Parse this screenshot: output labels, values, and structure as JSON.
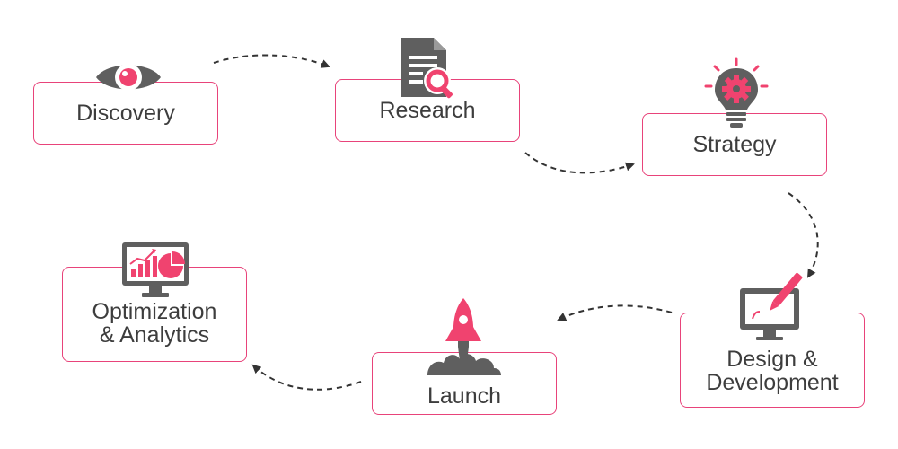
{
  "diagram": {
    "accent_color": "#f0436f",
    "icon_color": "#5f5f5f",
    "border_color": "#e8437a",
    "steps": [
      {
        "id": "discovery",
        "label": "Discovery",
        "icon": "eye-icon"
      },
      {
        "id": "research",
        "label": "Research",
        "icon": "document-search-icon"
      },
      {
        "id": "strategy",
        "label": "Strategy",
        "icon": "lightbulb-gear-icon"
      },
      {
        "id": "design",
        "label_line1": "Design &",
        "label_line2": "Development",
        "icon": "monitor-pen-icon"
      },
      {
        "id": "launch",
        "label": "Launch",
        "icon": "rocket-icon"
      },
      {
        "id": "optimization",
        "label_line1": "Optimization",
        "label_line2": "& Analytics",
        "icon": "monitor-analytics-icon"
      }
    ],
    "connectors": [
      {
        "from": "discovery",
        "to": "research"
      },
      {
        "from": "research",
        "to": "strategy"
      },
      {
        "from": "strategy",
        "to": "design"
      },
      {
        "from": "design",
        "to": "launch"
      },
      {
        "from": "launch",
        "to": "optimization"
      }
    ]
  }
}
